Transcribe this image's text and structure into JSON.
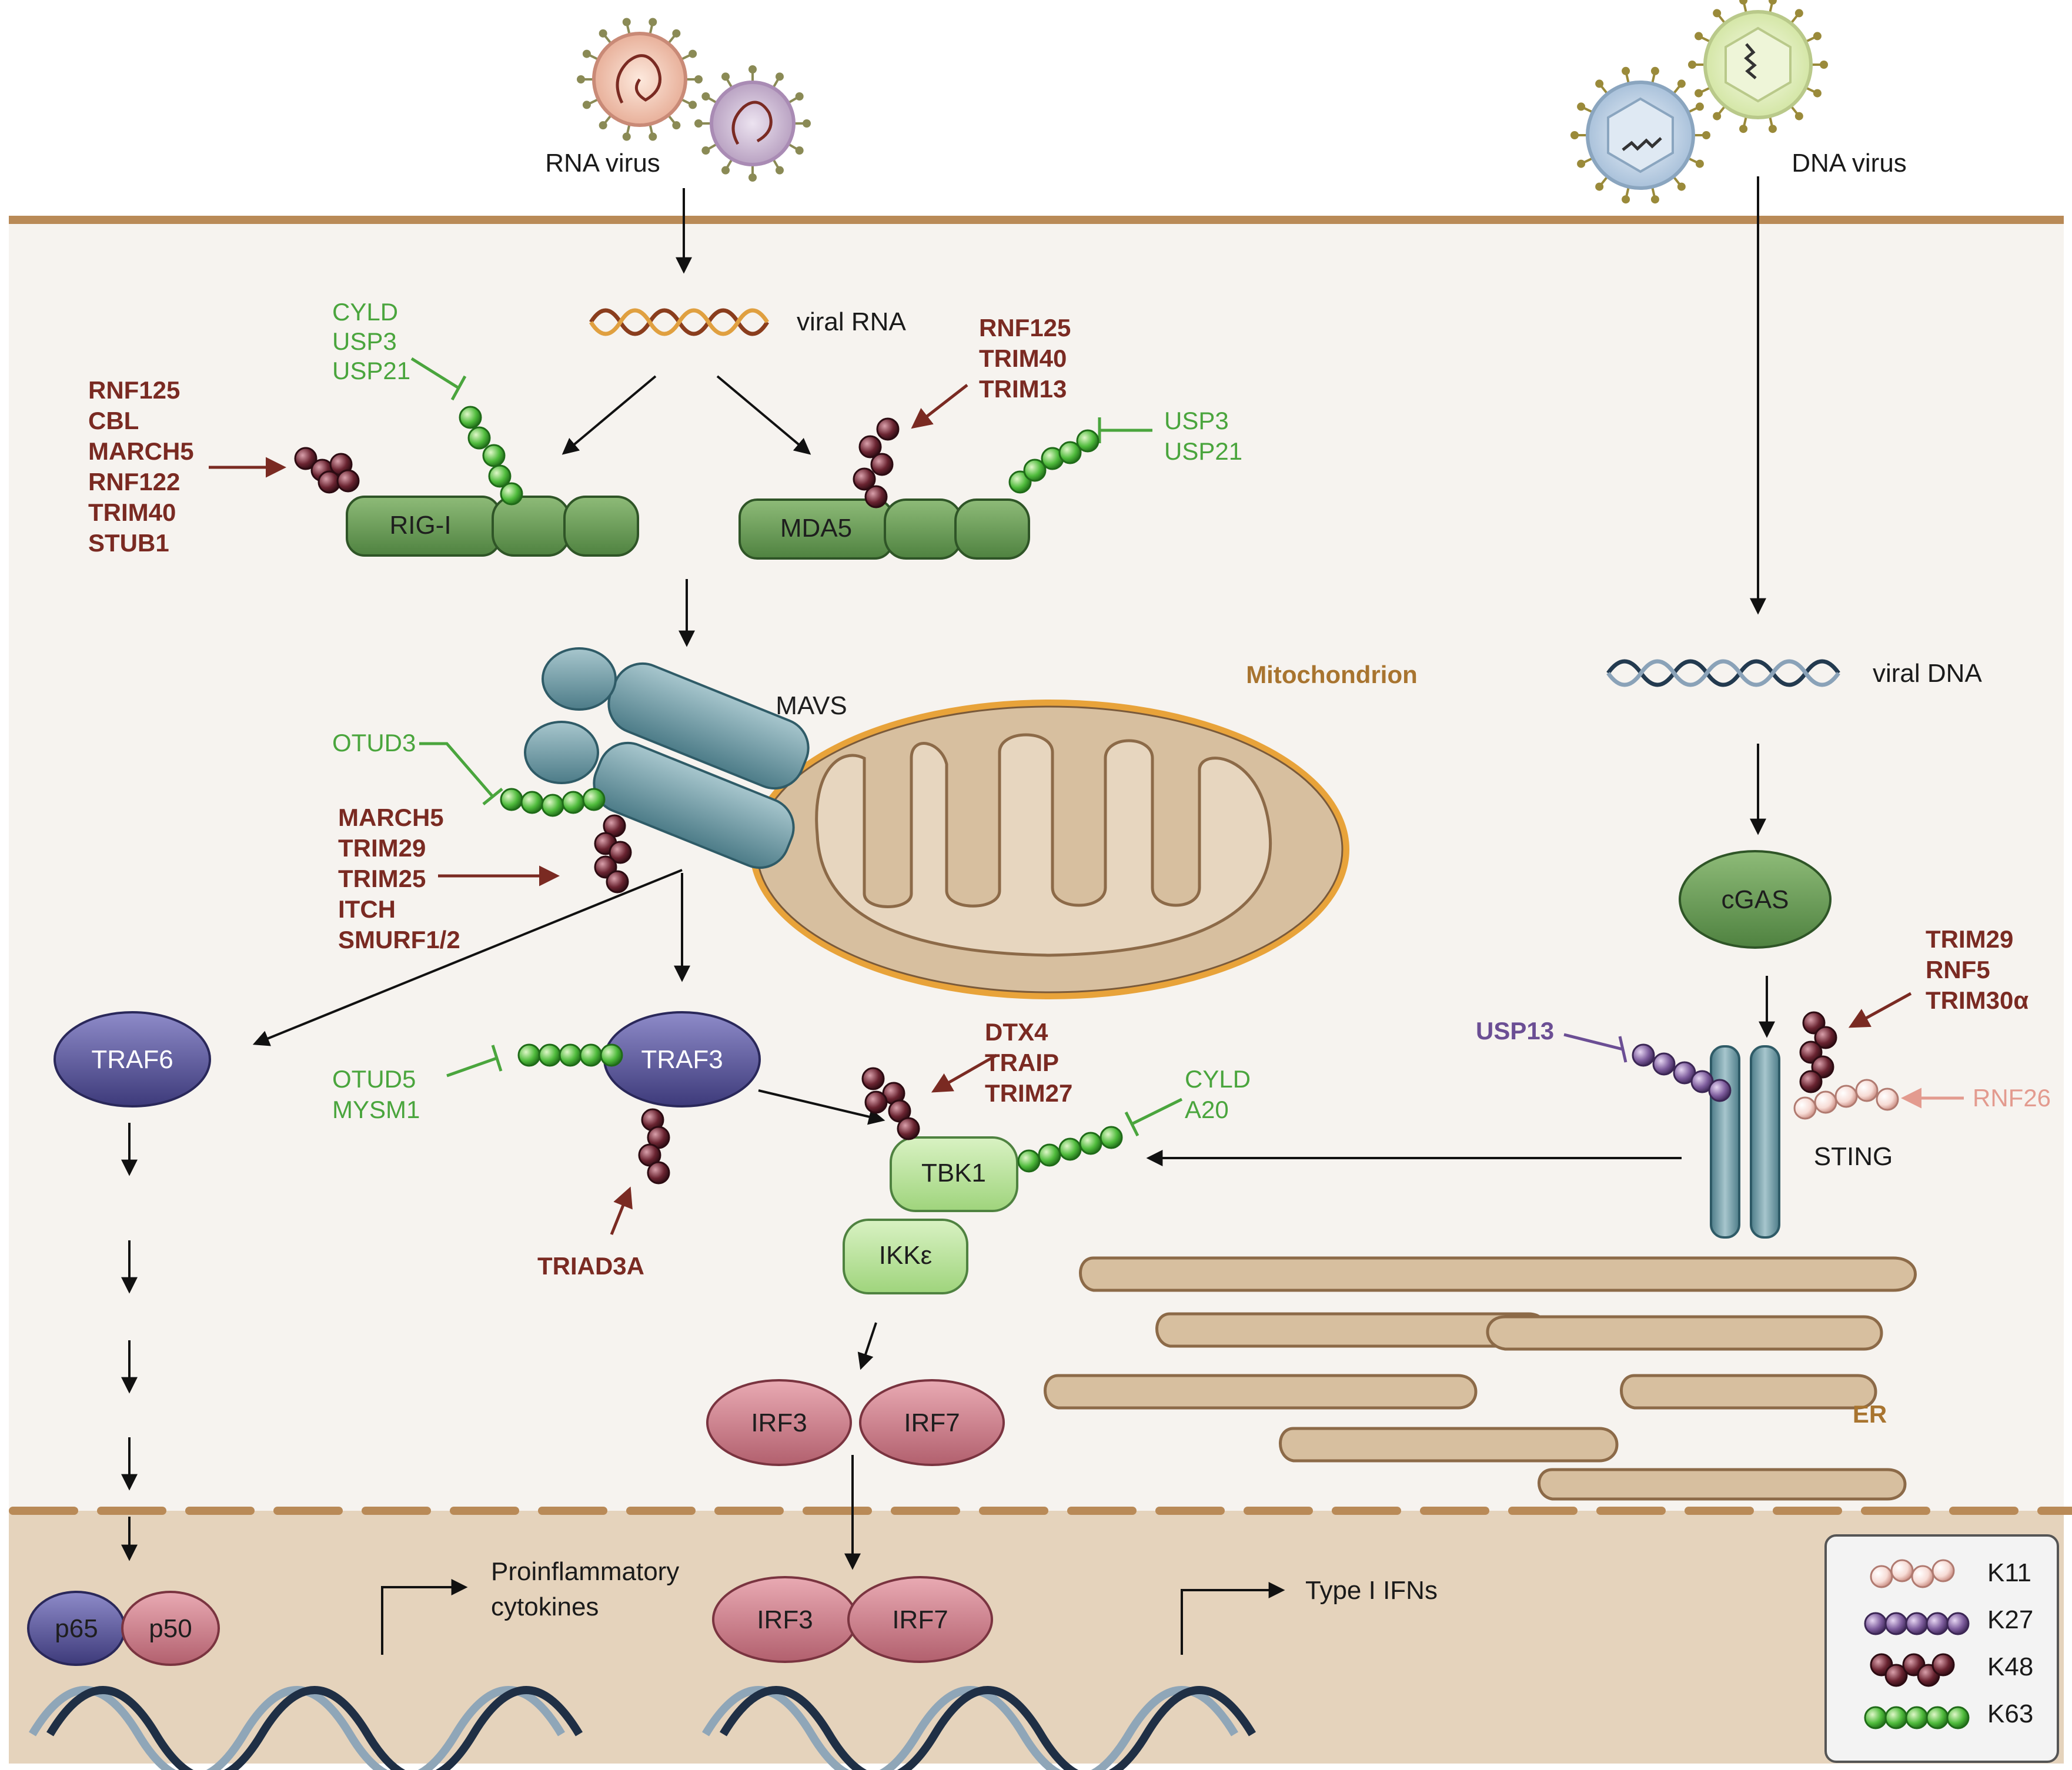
{
  "labels": {
    "rna_virus": "RNA virus",
    "dna_virus": "DNA virus",
    "viral_rna": "viral RNA",
    "viral_dna": "viral DNA",
    "mitochondrion": "Mitochondrion",
    "er": "ER",
    "proinflammatory": [
      "Proinflammatory",
      "cytokines"
    ],
    "type1_ifns": "Type I IFNs"
  },
  "proteins": {
    "rig_i": "RIG-I",
    "mda5": "MDA5",
    "mavs": "MAVS",
    "traf6": "TRAF6",
    "traf3": "TRAF3",
    "tbk1": "TBK1",
    "ikke": "IKKε",
    "irf3": "IRF3",
    "irf7": "IRF7",
    "cgas": "cGAS",
    "sting": "STING",
    "p65": "p65",
    "p50": "p50",
    "irf3_nuc": "IRF3",
    "irf7_nuc": "IRF7"
  },
  "regulators": {
    "rig_i_e3": [
      "RNF125",
      "CBL",
      "MARCH5",
      "RNF122",
      "TRIM40",
      "STUB1"
    ],
    "rig_i_dub": [
      "CYLD",
      "USP3",
      "USP21"
    ],
    "mda5_e3": [
      "RNF125",
      "TRIM40",
      "TRIM13"
    ],
    "mda5_dub": [
      "USP3",
      "USP21"
    ],
    "mavs_dub": [
      "OTUD3"
    ],
    "mavs_e3": [
      "MARCH5",
      "TRIM29",
      "TRIM25",
      "ITCH",
      "SMURF1/2"
    ],
    "traf3_dub": [
      "OTUD5",
      "MYSM1"
    ],
    "traf3_e3": [
      "TRIAD3A"
    ],
    "tbk1_e3": [
      "DTX4",
      "TRAIP",
      "TRIM27"
    ],
    "tbk1_dub": [
      "CYLD",
      "A20"
    ],
    "sting_e3_k48": [
      "TRIM29",
      "RNF5",
      "TRIM30α"
    ],
    "sting_dub_k27": [
      "USP13"
    ],
    "sting_e3_k11": [
      "RNF26"
    ]
  },
  "legend": [
    {
      "name": "K11",
      "color": "#f7dcd6"
    },
    {
      "name": "K27",
      "color": "#7d5c9c"
    },
    {
      "name": "K48",
      "color": "#6a2431"
    },
    {
      "name": "K63",
      "color": "#4fbb3c"
    }
  ],
  "colors": {
    "membrane": "#b98a57",
    "cytoplasm": "#f6f3ef",
    "nucleus": "#e5d3bc",
    "e3_red": "#7a2a22",
    "dub_green": "#4aa53d"
  }
}
